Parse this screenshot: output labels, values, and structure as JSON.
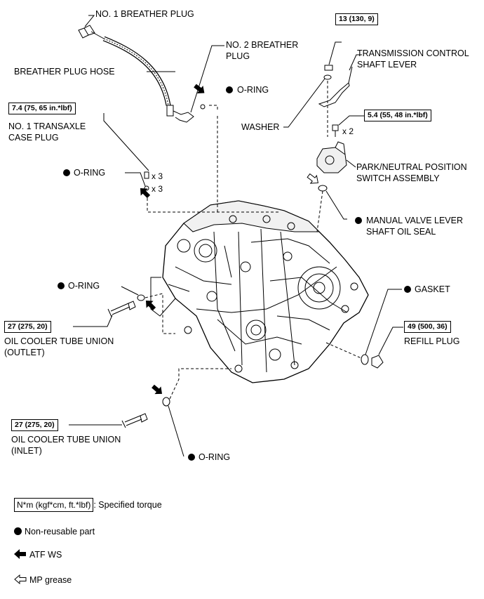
{
  "labels": {
    "breather_plug_1": "NO. 1 BREATHER PLUG",
    "breather_plug_2": [
      "NO. 2 BREATHER",
      "PLUG"
    ],
    "breather_hose": "BREATHER PLUG HOSE",
    "oring_top": "O-RING",
    "case_plug": [
      "NO. 1 TRANSAXLE",
      "CASE PLUG"
    ],
    "oring_left": "O-RING",
    "washer": "WASHER",
    "control_lever": [
      "TRANSMISSION CONTROL",
      "SHAFT LEVER"
    ],
    "pn_switch": [
      "PARK/NEUTRAL POSITION",
      "SWITCH ASSEMBLY"
    ],
    "oil_seal": [
      "MANUAL VALVE LEVER",
      "SHAFT OIL SEAL"
    ],
    "oring_outlet": "O-RING",
    "tube_outlet": [
      "OIL COOLER TUBE UNION",
      "(OUTLET)"
    ],
    "gasket": "GASKET",
    "refill_plug": "REFILL PLUG",
    "tube_inlet": [
      "OIL COOLER TUBE UNION",
      "(INLET)"
    ],
    "oring_inlet": "O-RING"
  },
  "torques": {
    "case_plug": "7.4 (75, 65 in.*lbf)",
    "nut_13": "13 (130, 9)",
    "bolt_switch": "5.4 (55, 48 in.*lbf)",
    "outlet": "27 (275, 20)",
    "refill": "49 (500, 36)",
    "inlet": "27 (275, 20)"
  },
  "quantities": {
    "plug_bolts": "x 3",
    "plug_orings": "x 3",
    "switch_bolts": "x 2"
  },
  "legend": {
    "torque_box": "N*m (kgf*cm, ft.*lbf)",
    "torque_text": ": Specified torque",
    "non_reusable": "Non-reusable part",
    "atf_ws": "ATF WS",
    "mp_grease": "MP grease"
  },
  "icons": {
    "non_reusable": "filled-circle-icon",
    "atf_ws": "filled-arrow-icon",
    "mp_grease": "outline-arrow-icon"
  }
}
